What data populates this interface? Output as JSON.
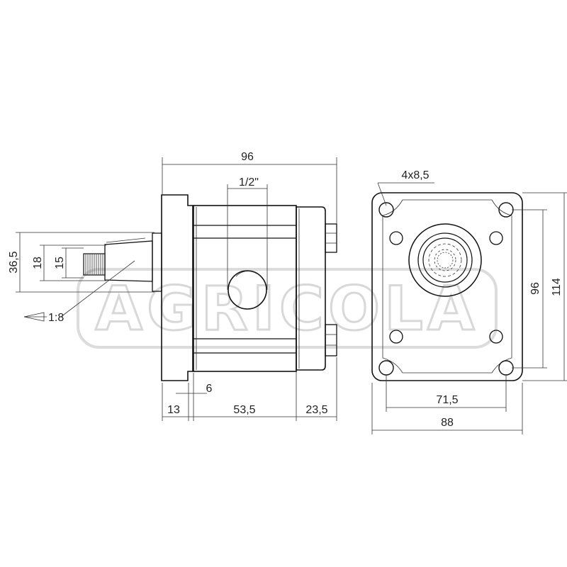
{
  "watermark": {
    "text": "AGRICOLA",
    "color": "#dcdcdc"
  },
  "side_view": {
    "overall_length": "96",
    "port_size": "1/2\"",
    "shaft_outer_dia": "36,5",
    "shaft_dia_18": "18",
    "shaft_dia_15": "15",
    "taper": "1:8",
    "flange_gap": "6",
    "flange_thickness": "13",
    "body_length": "53,5",
    "cover_length": "23,5"
  },
  "front_view": {
    "holes": "4x8,5",
    "hole_spacing_v": "96",
    "height": "114",
    "hole_spacing_h": "71,5",
    "width": "88"
  },
  "colors": {
    "line": "#111111",
    "dimension": "#333333",
    "watermark": "#d8d8d8"
  }
}
